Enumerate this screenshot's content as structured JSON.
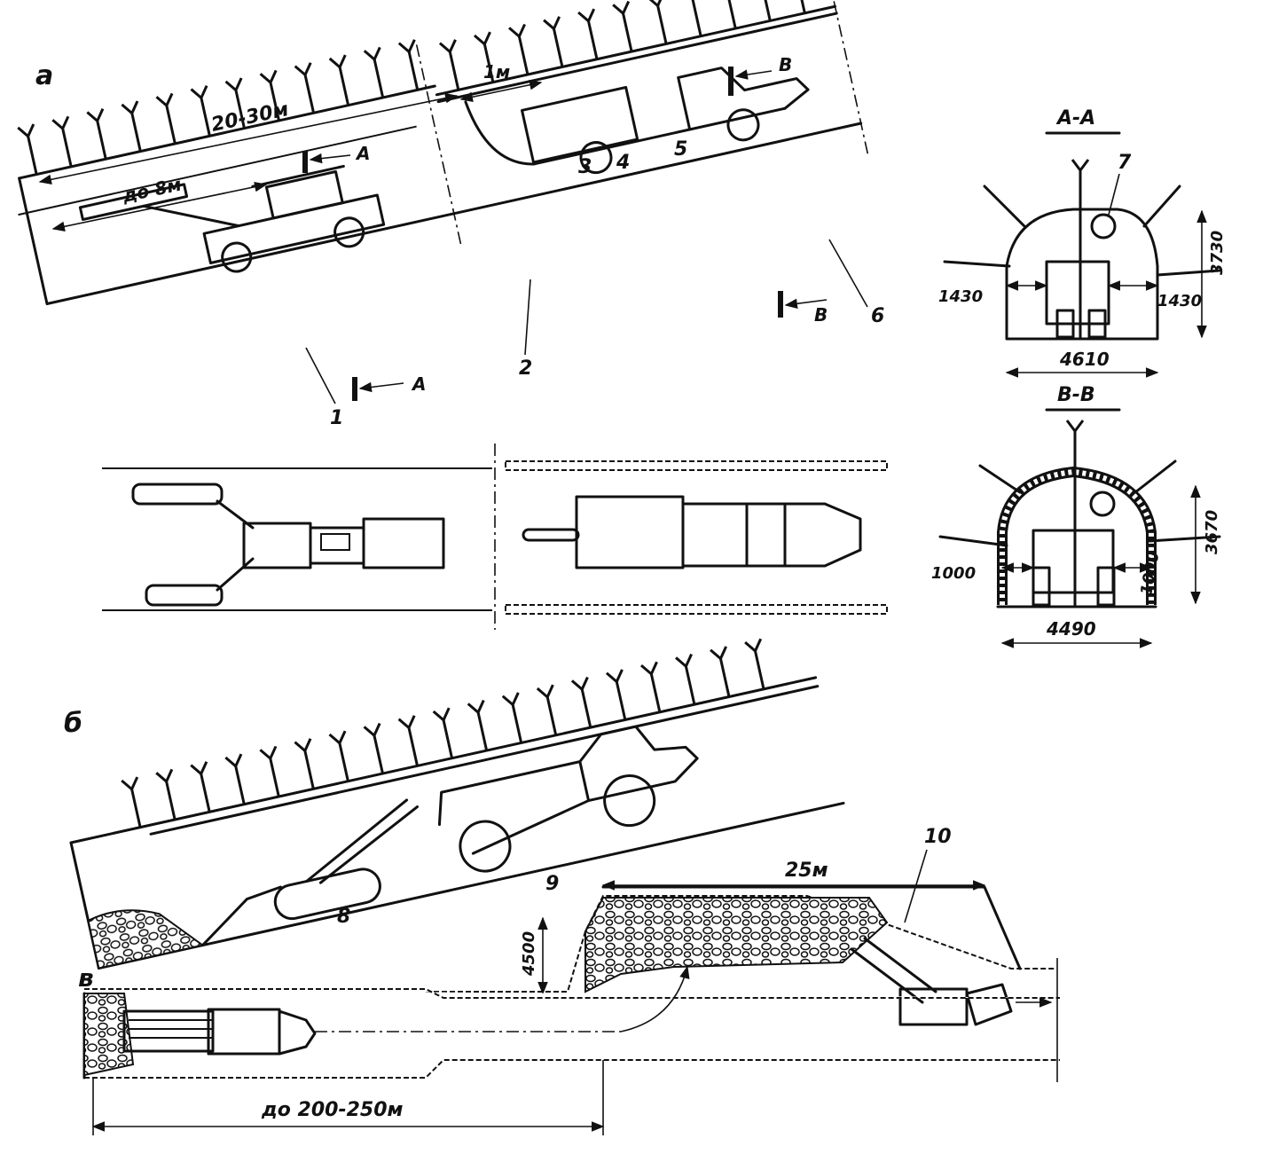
{
  "labels": {
    "part_a": "а",
    "part_b": "б",
    "part_c": "в",
    "dim_20_30": "20-30м",
    "dim_8": "до 8м",
    "dim_1m": "1м",
    "dim_25": "25м",
    "dim_200_250": "до 200-250м",
    "dim_4500": "4500",
    "section_a_mark": "А",
    "section_b_mark": "В",
    "section_aa_title": "А-А",
    "section_bb_title": "В-В",
    "aa_width_left": "1430",
    "aa_width_right": "1430",
    "aa_height": "3730",
    "aa_base": "4610",
    "bb_width_left": "1000",
    "bb_width_right": "1000",
    "bb_height": "3670",
    "bb_base": "4490",
    "n1": "1",
    "n2": "2",
    "n3": "3",
    "n4": "4",
    "n5": "5",
    "n6": "6",
    "n7": "7",
    "n8": "8",
    "n9": "9",
    "n10": "10"
  }
}
